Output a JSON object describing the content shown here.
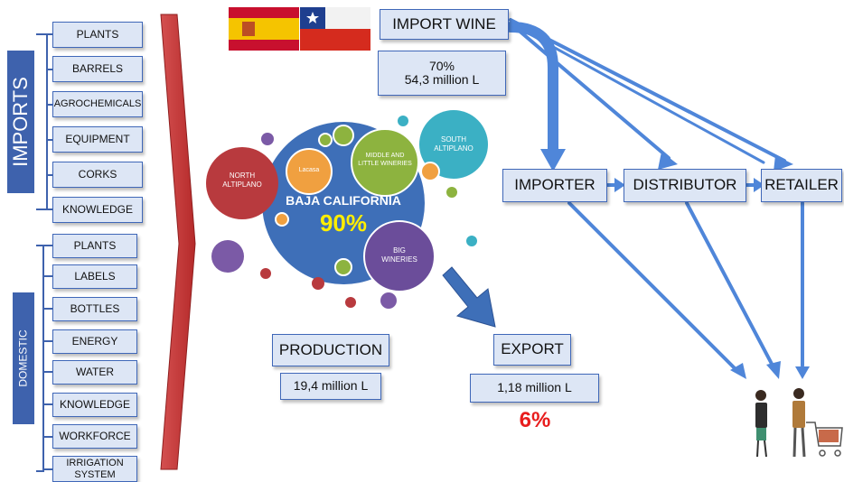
{
  "imports": {
    "label": "IMPORTS",
    "items": [
      "PLANTS",
      "BARRELS",
      "AGROCHEMICALS",
      "EQUIPMENT",
      "CORKS",
      "KNOWLEDGE"
    ]
  },
  "domestic": {
    "label": "DOMESTIC",
    "items": [
      "PLANTS",
      "LABELS",
      "BOTTLES",
      "ENERGY",
      "WATER",
      "KNOWLEDGE",
      "WORKFORCE",
      "IRRIGATION SYSTEM"
    ]
  },
  "import_wine": {
    "title": "IMPORT WINE",
    "percent": "70%",
    "volume": "54,3 million L"
  },
  "flags": [
    "spain-flag",
    "chile-flag"
  ],
  "channels": [
    "IMPORTER",
    "DISTRIBUTOR",
    "RETAILER"
  ],
  "bubbles": {
    "main": "BAJA CALIFORNIA",
    "main_share": "90%",
    "north": "NORTH ALTIPLANO",
    "lacasa": "Lacasa",
    "middle": "MIDDLE AND LITTLE WINERIES",
    "south": "SOUTH ALTIPLANO",
    "big": "BIG WINERIES"
  },
  "production": {
    "title": "PRODUCTION",
    "volume": "19,4 million L"
  },
  "export": {
    "title": "EXPORT",
    "volume": "1,18 million L",
    "share": "6%"
  },
  "colors": {
    "box_fill": "#dde6f5",
    "box_border": "#3f67b8",
    "arrow_blue": "#4f86d9",
    "main_bubble": "#3e6fb8",
    "north_bubble": "#b83a3e",
    "lacasa_bubble": "#f0a040",
    "middle_bubble": "#8db33f",
    "south_bubble": "#3bb0c4",
    "big_bubble": "#6b4d9a",
    "highlight_yellow": "#ffee00",
    "export_share_red": "#e81d1d"
  }
}
